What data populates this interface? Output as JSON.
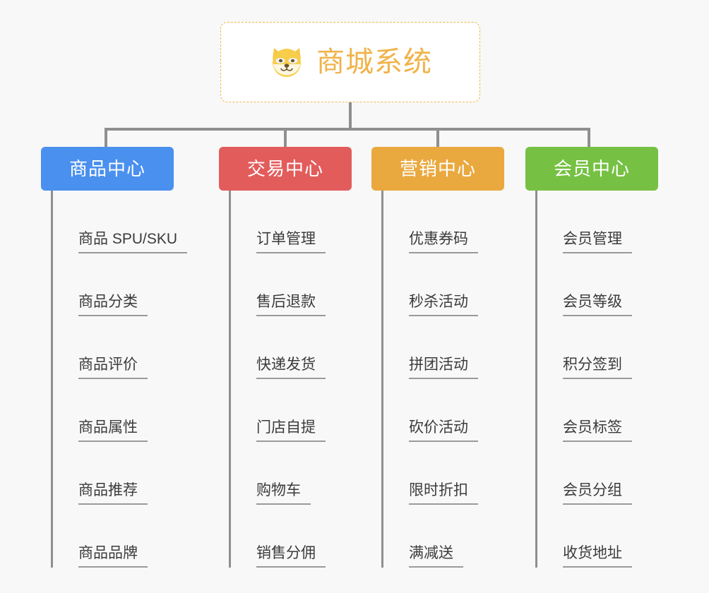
{
  "page": {
    "background_color": "#f8f8f8",
    "connector_color": "#8f8f8f",
    "leaf_text_color": "#3b3b3b",
    "leaf_underline_color": "#9a9a9a"
  },
  "root": {
    "title": "商城系统",
    "icon": "dog-face-emoji",
    "icon_glyph": "🐶",
    "border_color": "#f0b74a",
    "text_color": "#f0b34a",
    "background_color": "#ffffff"
  },
  "columns": [
    {
      "id": "product-center",
      "title": "商品中心",
      "color": "#4a90ee",
      "items": [
        "商品 SPU/SKU",
        "商品分类",
        "商品评价",
        "商品属性",
        "商品推荐",
        "商品品牌"
      ]
    },
    {
      "id": "trade-center",
      "title": "交易中心",
      "color": "#e35c5c",
      "items": [
        "订单管理",
        "售后退款",
        "快递发货",
        "门店自提",
        "购物车",
        "销售分佣"
      ]
    },
    {
      "id": "marketing-center",
      "title": "营销中心",
      "color": "#eaa93f",
      "items": [
        "优惠券码",
        "秒杀活动",
        "拼团活动",
        "砍价活动",
        "限时折扣",
        "满减送"
      ]
    },
    {
      "id": "member-center",
      "title": "会员中心",
      "color": "#76c143",
      "items": [
        "会员管理",
        "会员等级",
        "积分签到",
        "会员标签",
        "会员分组",
        "收货地址"
      ]
    }
  ]
}
